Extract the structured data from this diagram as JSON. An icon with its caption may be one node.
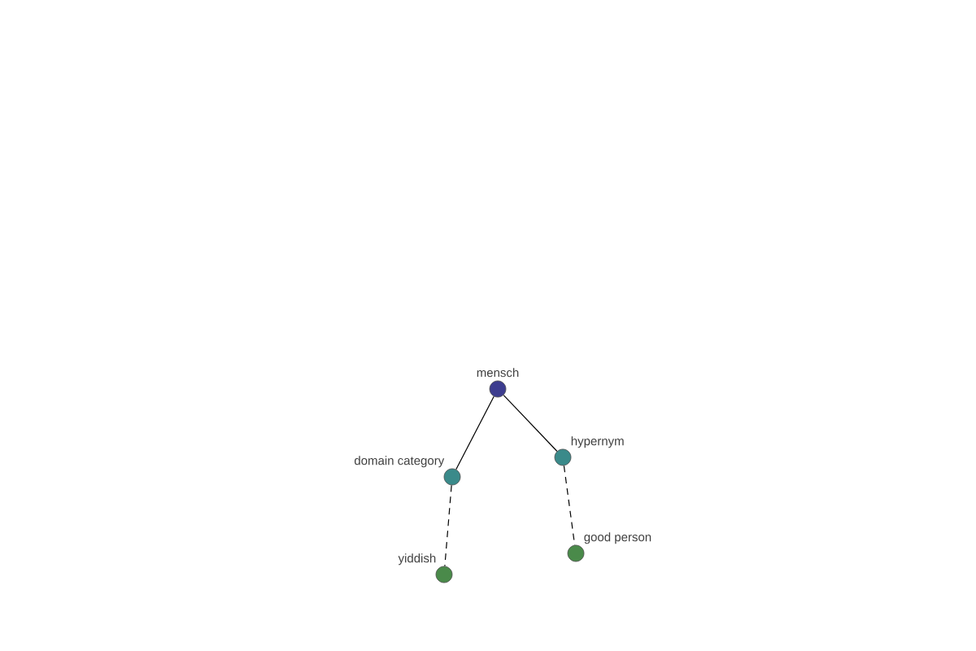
{
  "diagram": {
    "nodes": [
      {
        "text": [
          "mensch"
        ]
      },
      {
        "text": [
          "domain category"
        ]
      },
      {
        "text": [
          "hypernym"
        ]
      },
      {
        "text": [
          "yiddish"
        ]
      },
      {
        "text": [
          "good person"
        ]
      }
    ],
    "edges": [
      {
        "from": 0,
        "to": 1,
        "arrow": "none"
      },
      {
        "from": 0,
        "to": 2,
        "arrow": "none"
      },
      {
        "from": 1,
        "to": 3,
        "arrow": "none",
        "style": "dashed"
      },
      {
        "from": 2,
        "to": 4,
        "arrow": "none",
        "style": "dashed"
      }
    ]
  }
}
